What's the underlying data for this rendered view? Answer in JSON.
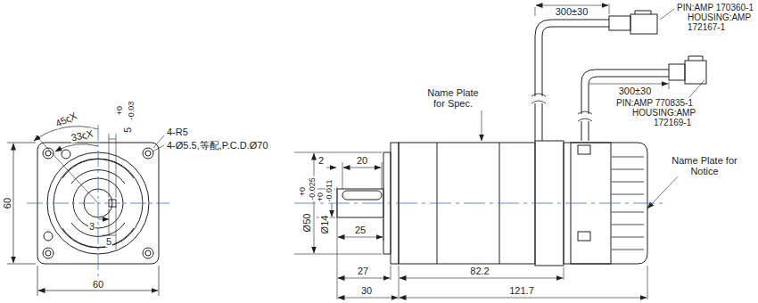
{
  "diagram": {
    "labels": [
      "45ςX",
      "33ςX",
      "5",
      "+0",
      "-0.03",
      "4-R5",
      "4-Ø5.5,等配,P.C.D.Ø70",
      "60",
      "60",
      "3",
      "5",
      "2",
      "20",
      "25",
      "Ø50",
      "+0",
      "-0.025",
      "Ø14",
      "+0",
      "-0.011",
      "27",
      "30",
      "82.2",
      "121.7",
      "300±30",
      "PIN:AMP 170360-1",
      "HOUSING:AMP",
      "172167-1",
      "300±30",
      "PIN:AMP 770835-1",
      "HOUSING:AMP",
      "172169-1",
      "Name Plate for Spec.",
      "Name Plate for Notice"
    ]
  }
}
